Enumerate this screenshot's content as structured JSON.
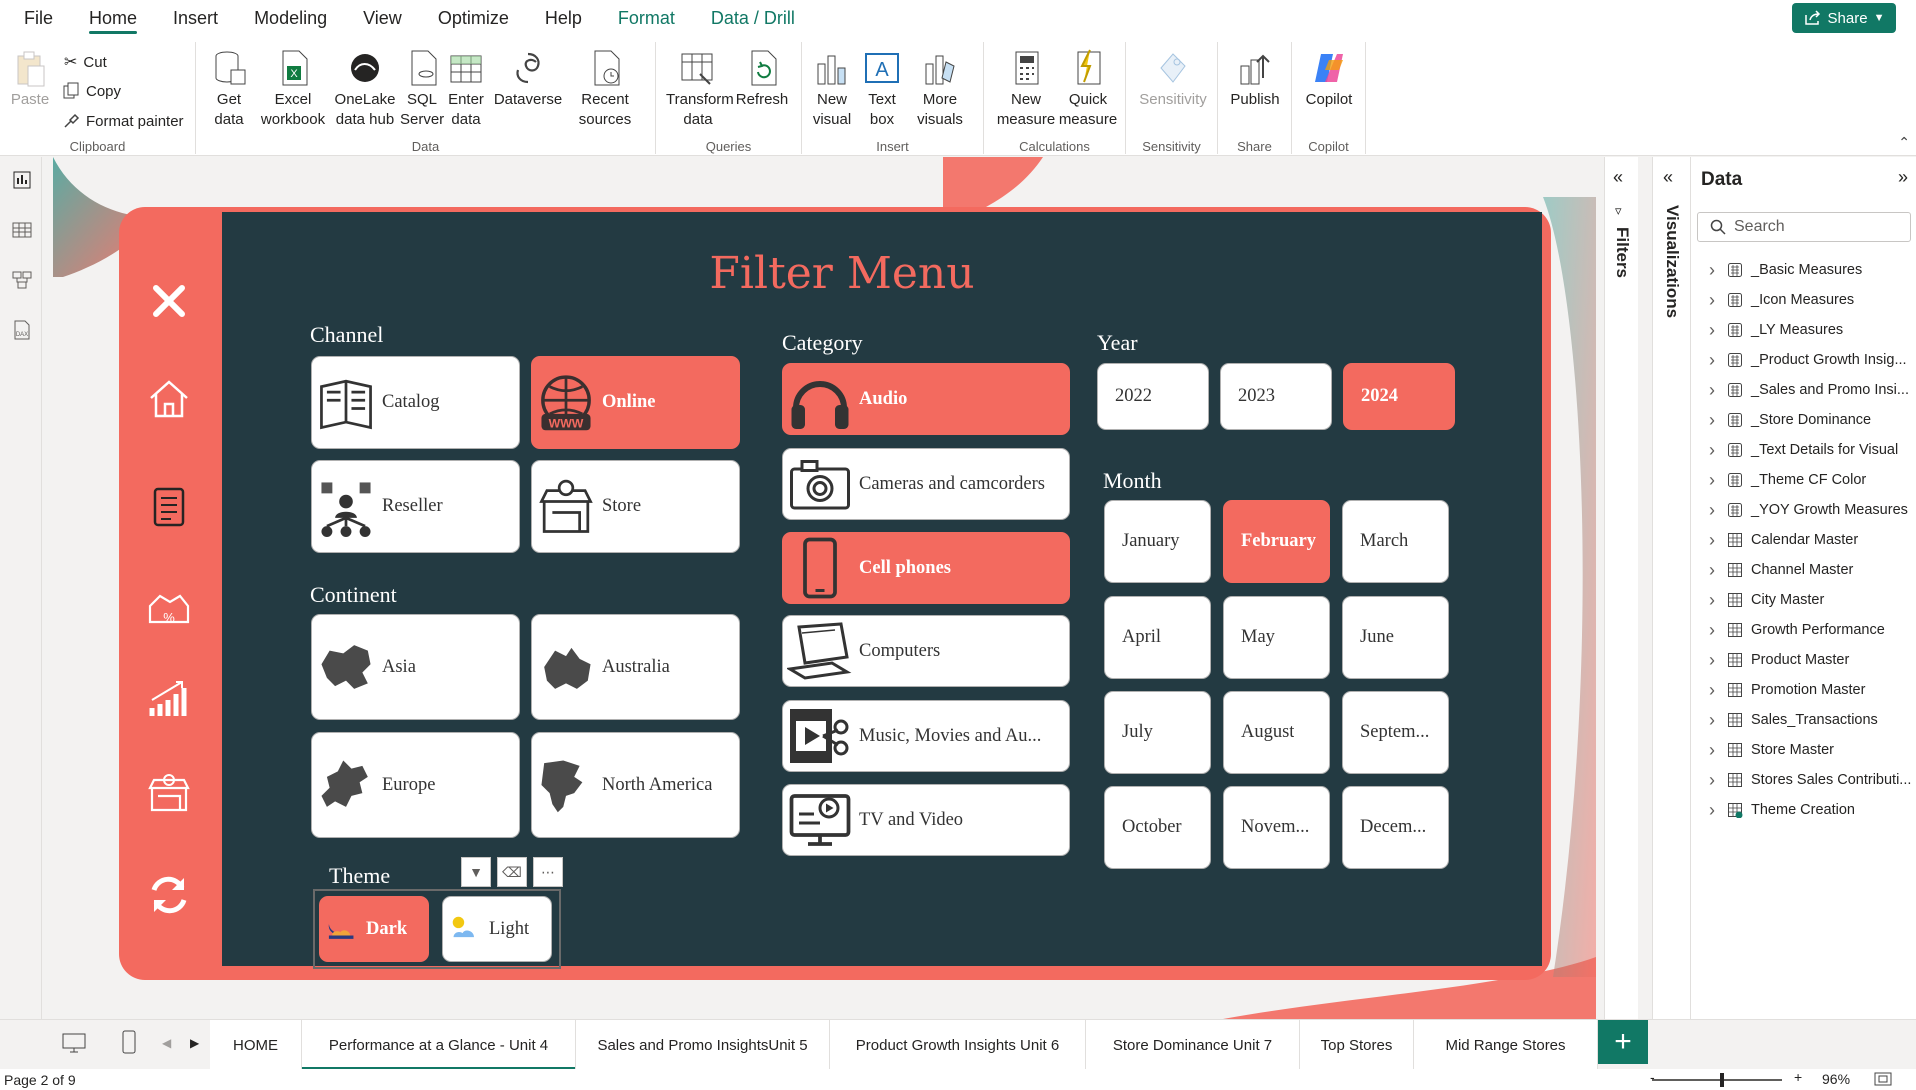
{
  "menu": {
    "tabs": [
      {
        "label": "File"
      },
      {
        "label": "Home"
      },
      {
        "label": "Insert"
      },
      {
        "label": "Modeling"
      },
      {
        "label": "View"
      },
      {
        "label": "Optimize"
      },
      {
        "label": "Help"
      },
      {
        "label": "Format"
      },
      {
        "label": "Data / Drill"
      }
    ],
    "share_label": "Share"
  },
  "ribbon": {
    "clipboard": {
      "paste": "Paste",
      "cut": "Cut",
      "copy": "Copy",
      "format_painter": "Format painter",
      "group": "Clipboard"
    },
    "data": {
      "get_data": "Get data",
      "excel": "Excel workbook",
      "onelake": "OneLake data hub",
      "sql": "SQL Server",
      "enter": "Enter data",
      "dataverse": "Dataverse",
      "recent": "Recent sources",
      "group": "Data"
    },
    "queries": {
      "transform": "Transform data",
      "refresh": "Refresh",
      "group": "Queries"
    },
    "insert": {
      "new_visual": "New visual",
      "text_box": "Text box",
      "more_visuals": "More visuals",
      "group": "Insert"
    },
    "calculations": {
      "new_measure": "New measure",
      "quick_measure": "Quick measure",
      "group": "Calculations"
    },
    "sensitivity": {
      "label": "Sensitivity",
      "group": "Sensitivity"
    },
    "share": {
      "publish": "Publish",
      "group": "Share"
    },
    "copilot": {
      "label": "Copilot",
      "group": "Copilot"
    }
  },
  "panes": {
    "filters": "Filters",
    "visualizations": "Visualizations",
    "data_title": "Data",
    "search_placeholder": "Search",
    "data_items": [
      {
        "label": "_Basic Measures",
        "kind": "measure"
      },
      {
        "label": "_Icon Measures",
        "kind": "measure"
      },
      {
        "label": "_LY Measures",
        "kind": "measure"
      },
      {
        "label": "_Product Growth Insig...",
        "kind": "measure"
      },
      {
        "label": "_Sales and Promo Insi...",
        "kind": "measure"
      },
      {
        "label": "_Store Dominance",
        "kind": "measure"
      },
      {
        "label": "_Text Details for Visual",
        "kind": "measure"
      },
      {
        "label": "_Theme CF Color",
        "kind": "measure"
      },
      {
        "label": "_YOY Growth Measures",
        "kind": "measure"
      },
      {
        "label": "Calendar Master",
        "kind": "table"
      },
      {
        "label": "Channel Master",
        "kind": "table"
      },
      {
        "label": "City Master",
        "kind": "table"
      },
      {
        "label": "Growth Performance",
        "kind": "table"
      },
      {
        "label": "Product Master",
        "kind": "table"
      },
      {
        "label": "Promotion Master",
        "kind": "table"
      },
      {
        "label": "Sales_Transactions",
        "kind": "table"
      },
      {
        "label": "Store Master",
        "kind": "table"
      },
      {
        "label": "Stores Sales Contributi...",
        "kind": "table"
      },
      {
        "label": "Theme Creation",
        "kind": "table"
      }
    ]
  },
  "report": {
    "title": "Filter Menu",
    "channel": {
      "heading": "Channel",
      "items": [
        {
          "label": "Catalog",
          "icon": "catalog-icon",
          "selected": false
        },
        {
          "label": "Online",
          "icon": "globe-www-icon",
          "selected": true
        },
        {
          "label": "Reseller",
          "icon": "reseller-network-icon",
          "selected": false
        },
        {
          "label": "Store",
          "icon": "storefront-icon",
          "selected": false
        }
      ]
    },
    "continent": {
      "heading": "Continent",
      "items": [
        {
          "label": "Asia",
          "icon": "asia-map-icon",
          "selected": false
        },
        {
          "label": "Australia",
          "icon": "australia-map-icon",
          "selected": false
        },
        {
          "label": "Europe",
          "icon": "europe-map-icon",
          "selected": false
        },
        {
          "label": "North America",
          "icon": "north-america-map-icon",
          "selected": false
        }
      ]
    },
    "theme": {
      "heading": "Theme",
      "items": [
        {
          "label": "Dark",
          "icon": "moon-cloud-icon",
          "selected": true
        },
        {
          "label": "Light",
          "icon": "sun-cloud-icon",
          "selected": false
        }
      ]
    },
    "category": {
      "heading": "Category",
      "items": [
        {
          "label": "Audio",
          "icon": "headphones-icon",
          "selected": true
        },
        {
          "label": "Cameras and camcorders",
          "icon": "camera-icon",
          "selected": false
        },
        {
          "label": "Cell phones",
          "icon": "cell-phone-icon",
          "selected": true
        },
        {
          "label": "Computers",
          "icon": "laptop-icon",
          "selected": false
        },
        {
          "label": "Music, Movies and Au...",
          "icon": "film-edit-icon",
          "selected": false
        },
        {
          "label": "TV and Video",
          "icon": "tv-video-icon",
          "selected": false
        }
      ]
    },
    "year": {
      "heading": "Year",
      "items": [
        {
          "label": "2022",
          "selected": false
        },
        {
          "label": "2023",
          "selected": false
        },
        {
          "label": "2024",
          "selected": true
        }
      ]
    },
    "month": {
      "heading": "Month",
      "items": [
        {
          "label": "January",
          "selected": false
        },
        {
          "label": "February",
          "selected": true
        },
        {
          "label": "March",
          "selected": false
        },
        {
          "label": "April",
          "selected": false
        },
        {
          "label": "May",
          "selected": false
        },
        {
          "label": "June",
          "selected": false
        },
        {
          "label": "July",
          "selected": false
        },
        {
          "label": "August",
          "selected": false
        },
        {
          "label": "Septem...",
          "selected": false
        },
        {
          "label": "October",
          "selected": false
        },
        {
          "label": "Novem...",
          "selected": false
        },
        {
          "label": "Decem...",
          "selected": false
        }
      ]
    },
    "colors": {
      "accent": "#f36a5f",
      "panel": "#233a42",
      "tile": "#ffffff"
    }
  },
  "page_tabs": [
    {
      "label": "HOME",
      "active": false
    },
    {
      "label": "Performance at a Glance - Unit 4",
      "active": true
    },
    {
      "label": "Sales and Promo InsightsUnit 5",
      "active": false
    },
    {
      "label": "Product Growth Insights Unit 6",
      "active": false
    },
    {
      "label": "Store Dominance Unit 7",
      "active": false
    },
    {
      "label": "Top Stores",
      "active": false
    },
    {
      "label": "Mid Range Stores",
      "active": false
    }
  ],
  "status": {
    "page": "Page 2 of 9",
    "zoom": "96%"
  }
}
